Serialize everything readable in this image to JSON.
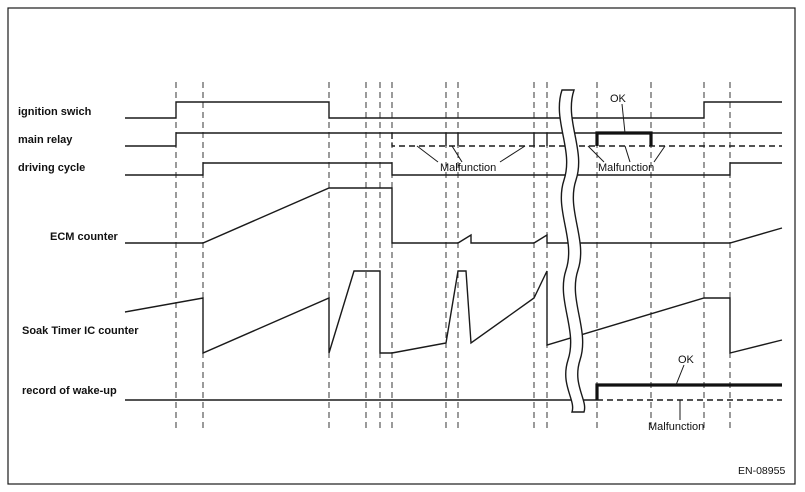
{
  "signals": {
    "ignition": "ignition swich",
    "main_relay": "main relay",
    "driving_cycle": "driving cycle",
    "ecm_counter": "ECM counter",
    "soak_timer": "Soak Timer IC counter",
    "wake_record": "record of wake-up"
  },
  "annotations": {
    "ok_top": "OK",
    "malfunction_left": "Malfunction",
    "malfunction_right": "Malfunction",
    "ok_bottom": "OK",
    "malfunction_bottom": "Malfunction"
  },
  "figure_code": "EN-08955"
}
